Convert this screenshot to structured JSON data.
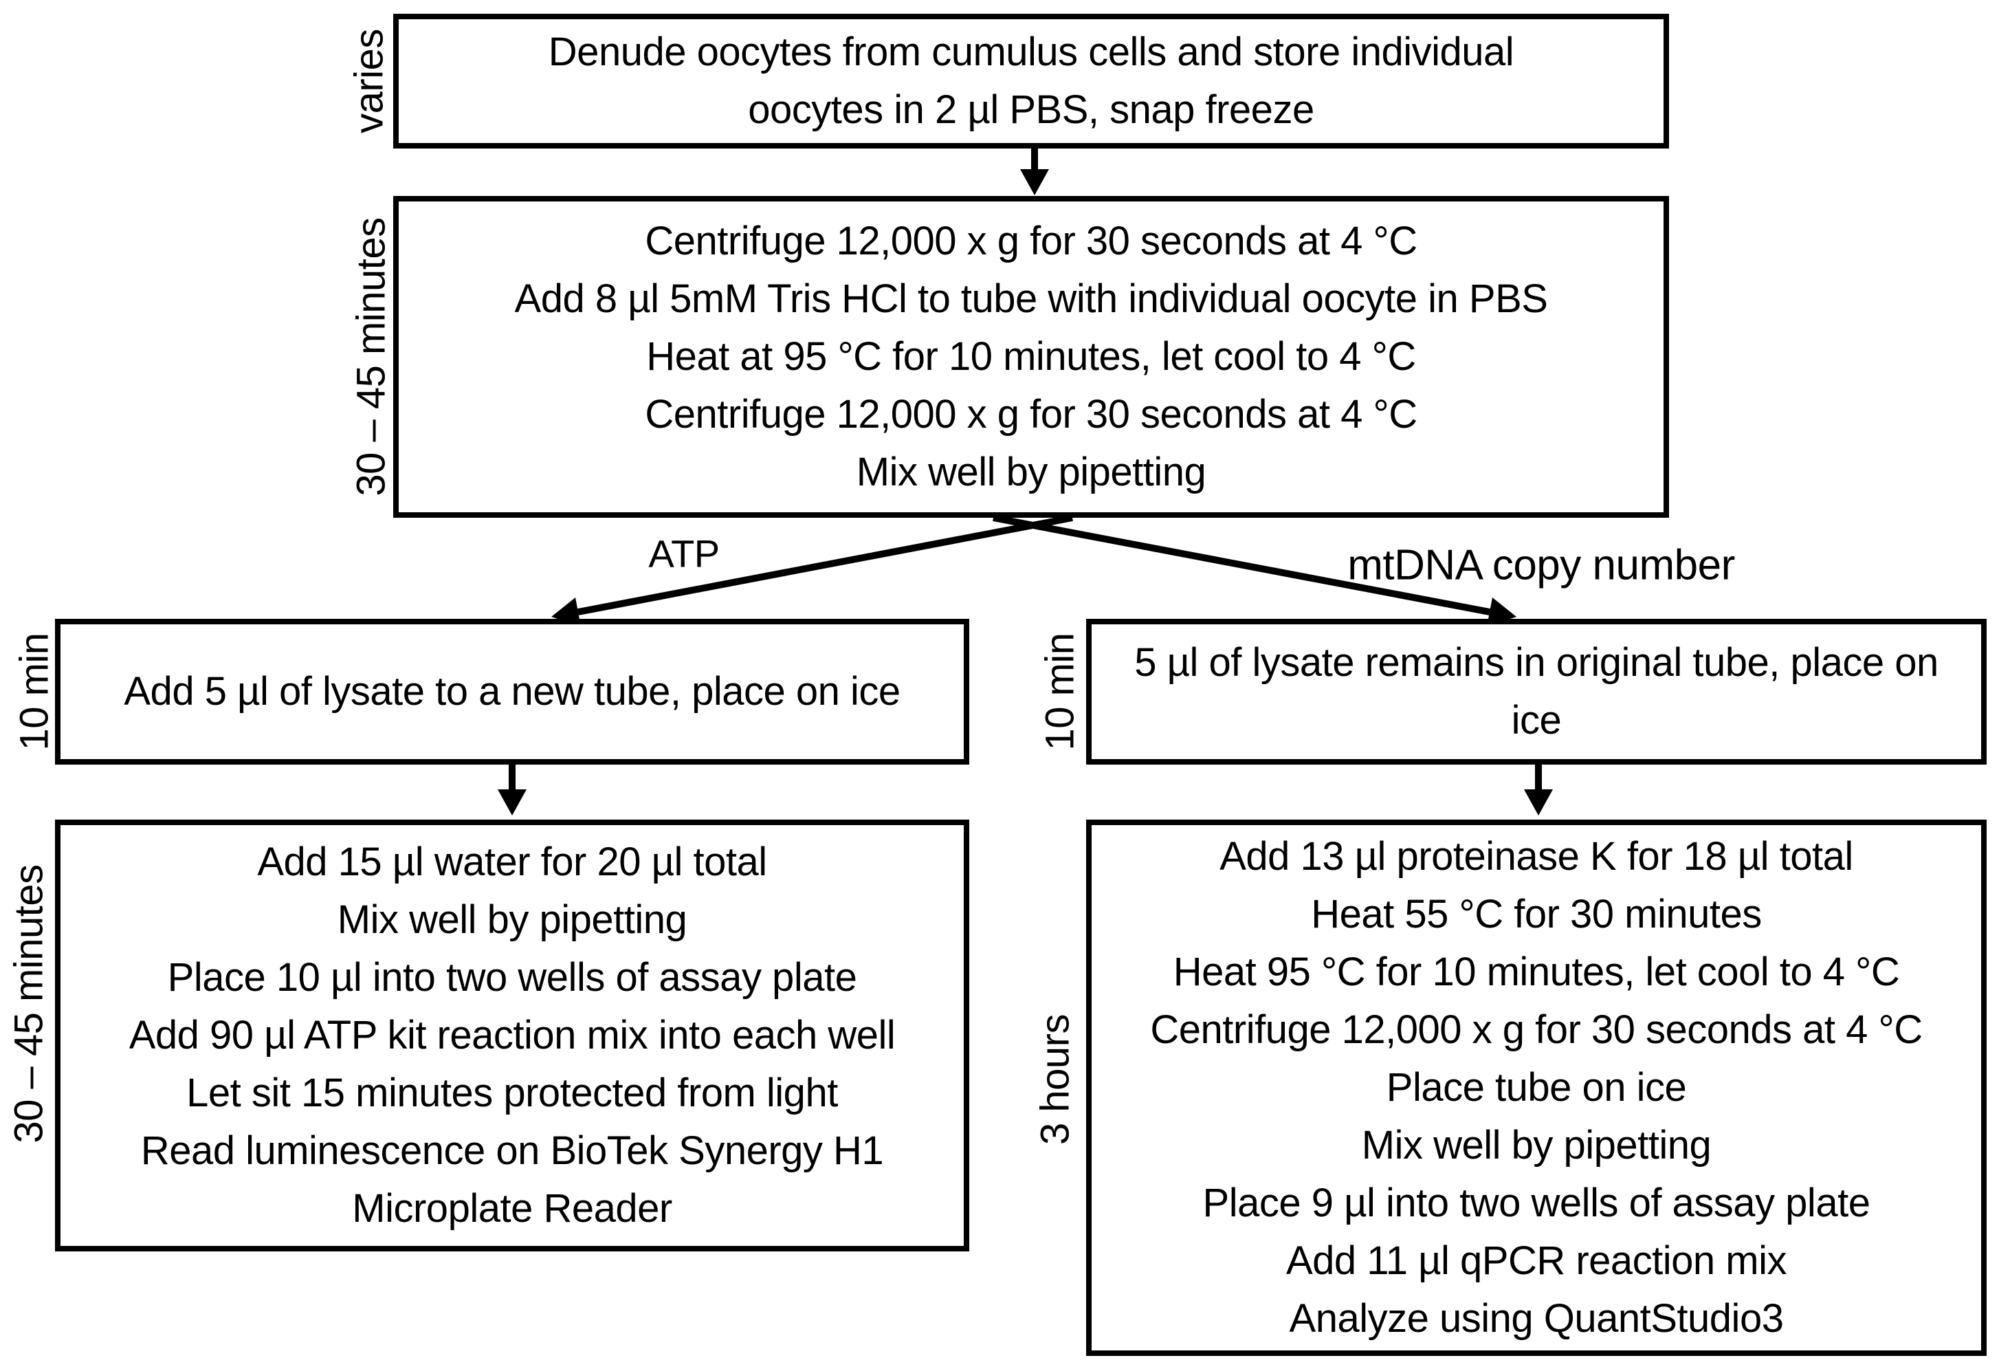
{
  "colors": {
    "background": "#ffffff",
    "ink": "#000000"
  },
  "diagram": {
    "branch_labels": {
      "left": "ATP",
      "right": "mtDNA copy number"
    },
    "nodes": [
      {
        "id": "denude-oocytes",
        "time_label": "varies",
        "steps": [
          "Denude oocytes from cumulus cells and store individual oocytes in 2 µl PBS, snap freeze"
        ]
      },
      {
        "id": "lysis",
        "time_label": "30 – 45 minutes",
        "steps": [
          "Centrifuge 12,000 x g for 30 seconds at 4 °C",
          "Add 8 µl 5mM Tris HCl to tube with individual oocyte in PBS",
          "Heat at 95 °C for 10 minutes, let cool to 4 °C",
          "Centrifuge 12,000 x g for 30 seconds at 4 °C",
          "Mix well by pipetting"
        ]
      },
      {
        "id": "atp-aliquot",
        "time_label": "10 min",
        "steps": [
          "Add 5 µl of lysate to a new tube, place on ice"
        ]
      },
      {
        "id": "mtdna-aliquot",
        "time_label": "10 min",
        "steps": [
          "5 µl of lysate remains in original tube, place on ice"
        ]
      },
      {
        "id": "atp-assay",
        "time_label": "30 – 45 minutes",
        "steps": [
          "Add 15 µl water for 20 µl total",
          "Mix well by pipetting",
          "Place 10 µl into two wells of assay plate",
          "Add 90 µl ATP kit reaction mix into each well",
          "Let sit 15 minutes protected from light",
          "Read luminescence on BioTek Synergy H1 Microplate Reader"
        ]
      },
      {
        "id": "mtdna-qpcr",
        "time_label": "3 hours",
        "steps": [
          "Add 13 µl proteinase K for 18 µl total",
          "Heat 55 °C for 30 minutes",
          "Heat 95 °C for 10 minutes, let cool to 4 °C",
          "Centrifuge 12,000 x g for 30 seconds at 4 °C",
          "Place tube on ice",
          "Mix well by pipetting",
          "Place 9 µl into two wells of assay plate",
          "Add 11 µl qPCR reaction mix",
          "Analyze using QuantStudio3"
        ]
      }
    ]
  }
}
